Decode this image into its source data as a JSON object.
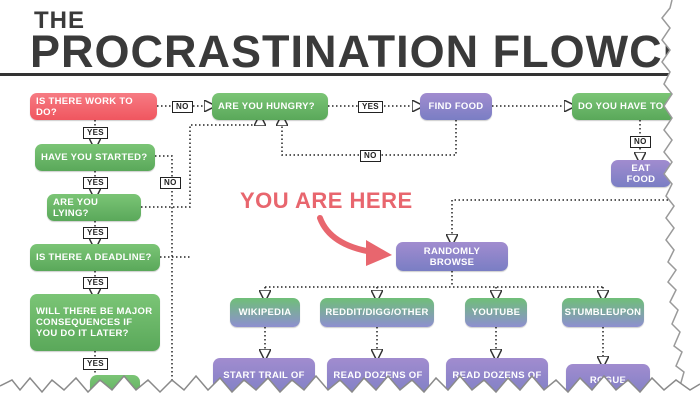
{
  "title": {
    "prefix": "THE",
    "main": "PROCRASTINATION FLOWCH"
  },
  "annotation": "YOU ARE HERE",
  "nodes": {
    "work": "IS THERE WORK TO DO?",
    "hungry": "ARE YOU HUNGRY?",
    "find_food": "FIND FOOD",
    "have_to": "DO YOU HAVE TO",
    "eat_food": "EAT FOOD",
    "started": "HAVE YOU STARTED?",
    "lying": "ARE YOU LYING?",
    "deadline": "IS THERE A DEADLINE?",
    "consequences": "WILL THERE BE MAJOR CONSEQUENCES IF YOU DO IT LATER?",
    "browse": "RANDOMLY BROWSE",
    "wikipedia": "WIKIPEDIA",
    "reddit": "REDDIT/DIGG/OTHER",
    "youtube": "YOUTUBE",
    "stumbleupon": "STUMBLEUPON",
    "trail": "START TRAIL OF",
    "read1": "READ DOZENS OF",
    "read2": "READ DOZENS OF",
    "rogue": "ROGUE"
  },
  "labels": {
    "no_work": "NO",
    "yes_hungry": "YES",
    "no_hungry": "NO",
    "no_have_to": "NO",
    "no_started": "NO",
    "yes_work": "YES",
    "yes_started": "YES",
    "yes_lying": "YES",
    "yes_deadline": "YES",
    "yes_consequences": "YES"
  },
  "colors": {
    "red": "#f0565f",
    "green": "#5aa85a",
    "purple": "#7a7ec4",
    "annotation": "#e8666e",
    "title": "#3a3a3a"
  }
}
